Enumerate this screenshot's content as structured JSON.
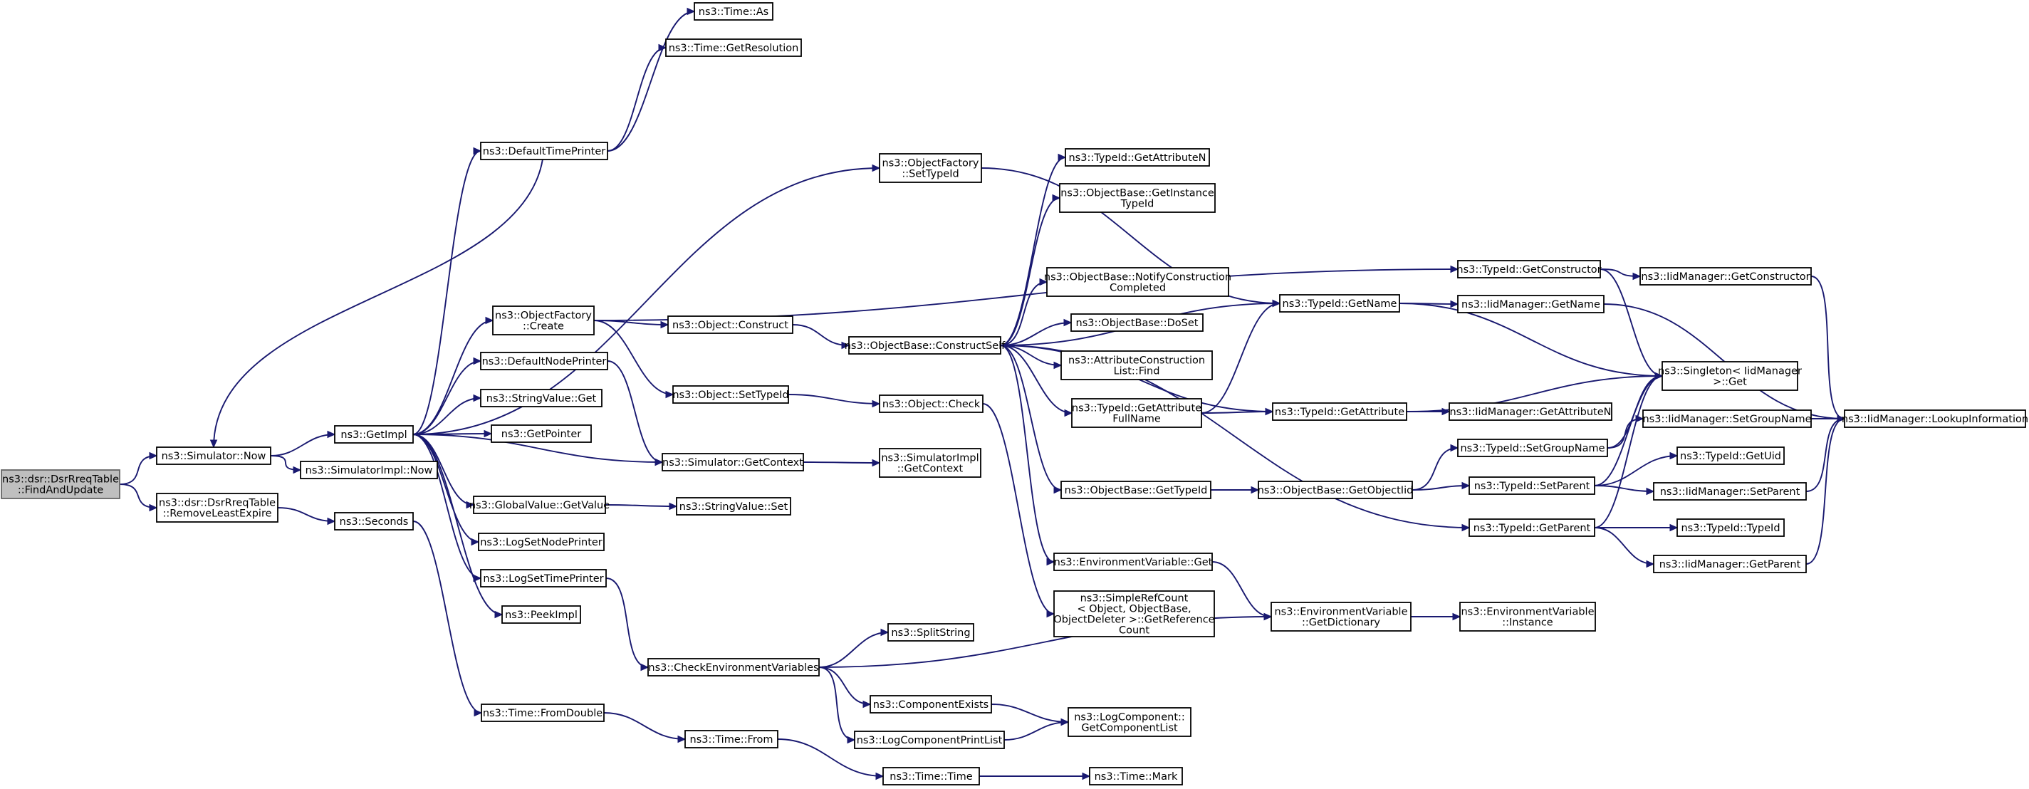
{
  "graph": {
    "kind": "call-graph",
    "nodes": [
      {
        "id": "root",
        "lines": [
          "ns3::dsr::DsrRreqTable",
          "::FindAndUpdate"
        ]
      },
      {
        "id": "sim_now",
        "lines": [
          "ns3::Simulator::Now"
        ]
      },
      {
        "id": "removeLeast",
        "lines": [
          "ns3::dsr::DsrRreqTable",
          "::RemoveLeastExpire"
        ]
      },
      {
        "id": "getImpl",
        "lines": [
          "ns3::GetImpl"
        ]
      },
      {
        "id": "simImplNow",
        "lines": [
          "ns3::SimulatorImpl::Now"
        ]
      },
      {
        "id": "seconds",
        "lines": [
          "ns3::Seconds"
        ]
      },
      {
        "id": "defTimePrinter",
        "lines": [
          "ns3::DefaultTimePrinter"
        ]
      },
      {
        "id": "timeAs",
        "lines": [
          "ns3::Time::As"
        ]
      },
      {
        "id": "timeGetRes",
        "lines": [
          "ns3::Time::GetResolution"
        ]
      },
      {
        "id": "objFactCreate",
        "lines": [
          "ns3::ObjectFactory",
          "::Create"
        ]
      },
      {
        "id": "defNodePrinter",
        "lines": [
          "ns3::DefaultNodePrinter"
        ]
      },
      {
        "id": "strValGet",
        "lines": [
          "ns3::StringValue::Get"
        ]
      },
      {
        "id": "getPointer",
        "lines": [
          "ns3::GetPointer"
        ]
      },
      {
        "id": "simGetContext",
        "lines": [
          "ns3::Simulator::GetContext"
        ]
      },
      {
        "id": "globValGetValue",
        "lines": [
          "ns3::GlobalValue::GetValue"
        ]
      },
      {
        "id": "logSetNodePrinter",
        "lines": [
          "ns3::LogSetNodePrinter"
        ]
      },
      {
        "id": "logSetTimePrinter",
        "lines": [
          "ns3::LogSetTimePrinter"
        ]
      },
      {
        "id": "peekImpl",
        "lines": [
          "ns3::PeekImpl"
        ]
      },
      {
        "id": "timeFromDouble",
        "lines": [
          "ns3::Time::FromDouble"
        ]
      },
      {
        "id": "checkEnvVars",
        "lines": [
          "ns3::CheckEnvironmentVariables"
        ]
      },
      {
        "id": "timeFrom",
        "lines": [
          "ns3::Time::From"
        ]
      },
      {
        "id": "timeTime",
        "lines": [
          "ns3::Time::Time"
        ]
      },
      {
        "id": "timeMark",
        "lines": [
          "ns3::Time::Mark"
        ]
      },
      {
        "id": "objFactSetTypeId",
        "lines": [
          "ns3::ObjectFactory",
          "::SetTypeId"
        ]
      },
      {
        "id": "objConstruct",
        "lines": [
          "ns3::Object::Construct"
        ]
      },
      {
        "id": "objSetTypeId",
        "lines": [
          "ns3::Object::SetTypeId"
        ]
      },
      {
        "id": "objCheck",
        "lines": [
          "ns3::Object::Check"
        ]
      },
      {
        "id": "simImplGetContext",
        "lines": [
          "ns3::SimulatorImpl",
          "::GetContext"
        ]
      },
      {
        "id": "strValSet",
        "lines": [
          "ns3::StringValue::Set"
        ]
      },
      {
        "id": "splitString",
        "lines": [
          "ns3::SplitString"
        ]
      },
      {
        "id": "compExists",
        "lines": [
          "ns3::ComponentExists"
        ]
      },
      {
        "id": "logCompPrintList",
        "lines": [
          "ns3::LogComponentPrintList"
        ]
      },
      {
        "id": "logCompGetList",
        "lines": [
          "ns3::LogComponent::",
          "GetComponentList"
        ]
      },
      {
        "id": "objBaseConstructSelf",
        "lines": [
          "ns3::ObjectBase::ConstructSelf"
        ]
      },
      {
        "id": "typeIdGetAttrN",
        "lines": [
          "ns3::TypeId::GetAttributeN"
        ]
      },
      {
        "id": "objBaseGetInstTypeId",
        "lines": [
          "ns3::ObjectBase::GetInstance",
          "TypeId"
        ]
      },
      {
        "id": "objBaseNotify",
        "lines": [
          "ns3::ObjectBase::NotifyConstruction",
          "Completed"
        ]
      },
      {
        "id": "objBaseDoSet",
        "lines": [
          "ns3::ObjectBase::DoSet"
        ]
      },
      {
        "id": "attrConstrFind",
        "lines": [
          "ns3::AttributeConstruction",
          "List::Find"
        ]
      },
      {
        "id": "typeIdGetAttrFull",
        "lines": [
          "ns3::TypeId::GetAttribute",
          "FullName"
        ]
      },
      {
        "id": "objBaseGetTypeId",
        "lines": [
          "ns3::ObjectBase::GetTypeId"
        ]
      },
      {
        "id": "envVarGet",
        "lines": [
          "ns3::EnvironmentVariable::Get"
        ]
      },
      {
        "id": "simpleRefCount",
        "lines": [
          "ns3::SimpleRefCount",
          "< Object, ObjectBase,",
          "ObjectDeleter >::GetReference",
          "Count"
        ]
      },
      {
        "id": "typeIdGetName",
        "lines": [
          "ns3::TypeId::GetName"
        ]
      },
      {
        "id": "typeIdGetAttribute",
        "lines": [
          "ns3::TypeId::GetAttribute"
        ]
      },
      {
        "id": "objBaseGetObjectIid",
        "lines": [
          "ns3::ObjectBase::GetObjectIid"
        ]
      },
      {
        "id": "envVarGetDict",
        "lines": [
          "ns3::EnvironmentVariable",
          "::GetDictionary"
        ]
      },
      {
        "id": "typeIdGetConstructor",
        "lines": [
          "ns3::TypeId::GetConstructor"
        ]
      },
      {
        "id": "iidMgrGetName",
        "lines": [
          "ns3::IidManager::GetName"
        ]
      },
      {
        "id": "iidMgrGetAttributeN",
        "lines": [
          "ns3::IidManager::GetAttributeN"
        ]
      },
      {
        "id": "typeIdSetGroupName",
        "lines": [
          "ns3::TypeId::SetGroupName"
        ]
      },
      {
        "id": "typeIdSetParent",
        "lines": [
          "ns3::TypeId::SetParent"
        ]
      },
      {
        "id": "typeIdGetParent",
        "lines": [
          "ns3::TypeId::GetParent"
        ]
      },
      {
        "id": "envVarInstance",
        "lines": [
          "ns3::EnvironmentVariable",
          "::Instance"
        ]
      },
      {
        "id": "iidMgrGetConstructor",
        "lines": [
          "ns3::IidManager::GetConstructor"
        ]
      },
      {
        "id": "singletonGet",
        "lines": [
          "ns3::Singleton< IidManager",
          ">::Get"
        ]
      },
      {
        "id": "iidMgrSetGroupName",
        "lines": [
          "ns3::IidManager::SetGroupName"
        ]
      },
      {
        "id": "typeIdGetUid",
        "lines": [
          "ns3::TypeId::GetUid"
        ]
      },
      {
        "id": "iidMgrSetParent",
        "lines": [
          "ns3::IidManager::SetParent"
        ]
      },
      {
        "id": "typeIdTypeId",
        "lines": [
          "ns3::TypeId::TypeId"
        ]
      },
      {
        "id": "iidMgrGetParent",
        "lines": [
          "ns3::IidManager::GetParent"
        ]
      },
      {
        "id": "iidMgrLookup",
        "lines": [
          "ns3::IidManager::LookupInformation"
        ]
      }
    ],
    "edges": [
      [
        "root",
        "sim_now"
      ],
      [
        "root",
        "removeLeast"
      ],
      [
        "sim_now",
        "getImpl"
      ],
      [
        "sim_now",
        "simImplNow"
      ],
      [
        "removeLeast",
        "seconds"
      ],
      [
        "getImpl",
        "defTimePrinter"
      ],
      [
        "getImpl",
        "objFactSetTypeId"
      ],
      [
        "getImpl",
        "objFactCreate"
      ],
      [
        "getImpl",
        "defNodePrinter"
      ],
      [
        "getImpl",
        "strValGet"
      ],
      [
        "getImpl",
        "getPointer"
      ],
      [
        "getImpl",
        "simGetContext"
      ],
      [
        "getImpl",
        "globValGetValue"
      ],
      [
        "getImpl",
        "logSetNodePrinter"
      ],
      [
        "getImpl",
        "logSetTimePrinter"
      ],
      [
        "getImpl",
        "peekImpl"
      ],
      [
        "seconds",
        "timeFromDouble"
      ],
      [
        "defTimePrinter",
        "sim_now"
      ],
      [
        "defTimePrinter",
        "timeAs"
      ],
      [
        "defTimePrinter",
        "timeGetRes"
      ],
      [
        "objFactCreate",
        "objConstruct"
      ],
      [
        "objFactCreate",
        "objSetTypeId"
      ],
      [
        "objFactCreate",
        "typeIdGetConstructor"
      ],
      [
        "defNodePrinter",
        "simGetContext"
      ],
      [
        "simGetContext",
        "simImplGetContext"
      ],
      [
        "globValGetValue",
        "strValSet"
      ],
      [
        "logSetTimePrinter",
        "checkEnvVars"
      ],
      [
        "checkEnvVars",
        "splitString"
      ],
      [
        "checkEnvVars",
        "compExists"
      ],
      [
        "checkEnvVars",
        "logCompPrintList"
      ],
      [
        "checkEnvVars",
        "envVarGetDict"
      ],
      [
        "compExists",
        "logCompGetList"
      ],
      [
        "logCompPrintList",
        "logCompGetList"
      ],
      [
        "timeFromDouble",
        "timeFrom"
      ],
      [
        "timeFrom",
        "timeTime"
      ],
      [
        "timeTime",
        "timeMark"
      ],
      [
        "objFactSetTypeId",
        "typeIdGetName"
      ],
      [
        "objConstruct",
        "objBaseConstructSelf"
      ],
      [
        "objSetTypeId",
        "objCheck"
      ],
      [
        "objCheck",
        "simpleRefCount"
      ],
      [
        "objBaseConstructSelf",
        "typeIdGetAttrN"
      ],
      [
        "objBaseConstructSelf",
        "objBaseGetInstTypeId"
      ],
      [
        "objBaseConstructSelf",
        "objBaseNotify"
      ],
      [
        "objBaseConstructSelf",
        "objBaseDoSet"
      ],
      [
        "objBaseConstructSelf",
        "attrConstrFind"
      ],
      [
        "objBaseConstructSelf",
        "typeIdGetAttrFull"
      ],
      [
        "objBaseConstructSelf",
        "objBaseGetTypeId"
      ],
      [
        "objBaseConstructSelf",
        "envVarGet"
      ],
      [
        "objBaseConstructSelf",
        "typeIdGetName"
      ],
      [
        "objBaseConstructSelf",
        "typeIdGetAttribute"
      ],
      [
        "objBaseConstructSelf",
        "typeIdGetParent"
      ],
      [
        "typeIdGetAttrFull",
        "typeIdGetName"
      ],
      [
        "typeIdGetAttrFull",
        "typeIdGetAttribute"
      ],
      [
        "objBaseGetTypeId",
        "objBaseGetObjectIid"
      ],
      [
        "envVarGet",
        "envVarGetDict"
      ],
      [
        "typeIdGetName",
        "iidMgrGetName"
      ],
      [
        "typeIdGetName",
        "singletonGet"
      ],
      [
        "typeIdGetAttribute",
        "iidMgrGetAttributeN"
      ],
      [
        "typeIdGetAttribute",
        "singletonGet"
      ],
      [
        "objBaseGetObjectIid",
        "typeIdSetGroupName"
      ],
      [
        "objBaseGetObjectIid",
        "typeIdSetParent"
      ],
      [
        "envVarGetDict",
        "envVarInstance"
      ],
      [
        "typeIdGetConstructor",
        "iidMgrGetConstructor"
      ],
      [
        "typeIdGetConstructor",
        "singletonGet"
      ],
      [
        "iidMgrGetName",
        "iidMgrLookup"
      ],
      [
        "iidMgrGetConstructor",
        "iidMgrLookup"
      ],
      [
        "typeIdSetGroupName",
        "singletonGet"
      ],
      [
        "typeIdSetGroupName",
        "iidMgrSetGroupName"
      ],
      [
        "typeIdSetParent",
        "singletonGet"
      ],
      [
        "typeIdSetParent",
        "typeIdGetUid"
      ],
      [
        "typeIdSetParent",
        "iidMgrSetParent"
      ],
      [
        "typeIdGetParent",
        "singletonGet"
      ],
      [
        "typeIdGetParent",
        "typeIdTypeId"
      ],
      [
        "typeIdGetParent",
        "iidMgrGetParent"
      ],
      [
        "iidMgrSetGroupName",
        "iidMgrLookup"
      ],
      [
        "iidMgrSetParent",
        "iidMgrLookup"
      ],
      [
        "iidMgrGetParent",
        "iidMgrLookup"
      ]
    ]
  }
}
